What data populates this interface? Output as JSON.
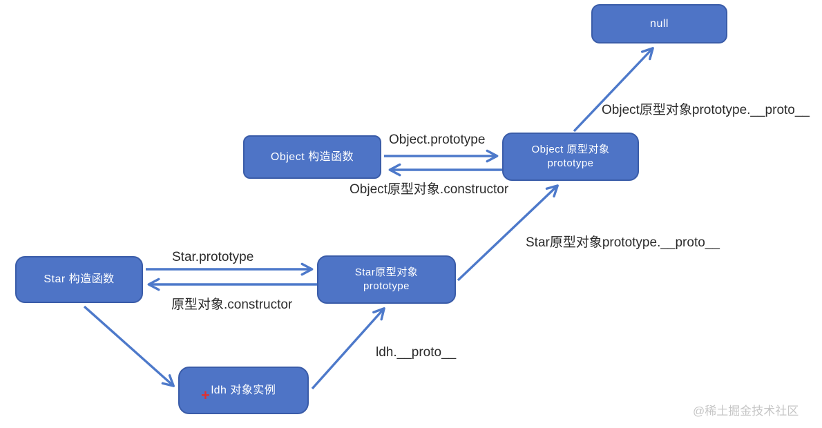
{
  "nodes": {
    "null_box": {
      "label": "null"
    },
    "object_constructor": {
      "label": "Object 构造函数"
    },
    "object_prototype": {
      "line1": "Object 原型对象",
      "line2": "prototype"
    },
    "star_constructor": {
      "label": "Star 构造函数"
    },
    "star_prototype": {
      "line1": "Star原型对象",
      "line2": "prototype"
    },
    "ldh_instance": {
      "label": "ldh 对象实例"
    }
  },
  "edge_labels": {
    "object_prototype": "Object.prototype",
    "object_constructor": "Object原型对象.constructor",
    "object_proto": "Object原型对象prototype.__proto__",
    "star_prototype": "Star.prototype",
    "star_constructor": "原型对象.constructor",
    "star_proto": "Star原型对象prototype.__proto__",
    "ldh_proto": "ldh.__proto__"
  },
  "cursor_marker": "+",
  "watermark": "@稀土掘金技术社区",
  "colors": {
    "arrow": "#4d79ca",
    "box_fill": "#4e74c6",
    "box_border": "#3a5ca8",
    "box_text": "#ffffff",
    "label_text": "#2b2b2b",
    "cursor": "#e03131",
    "watermark": "#c6c6c6"
  }
}
